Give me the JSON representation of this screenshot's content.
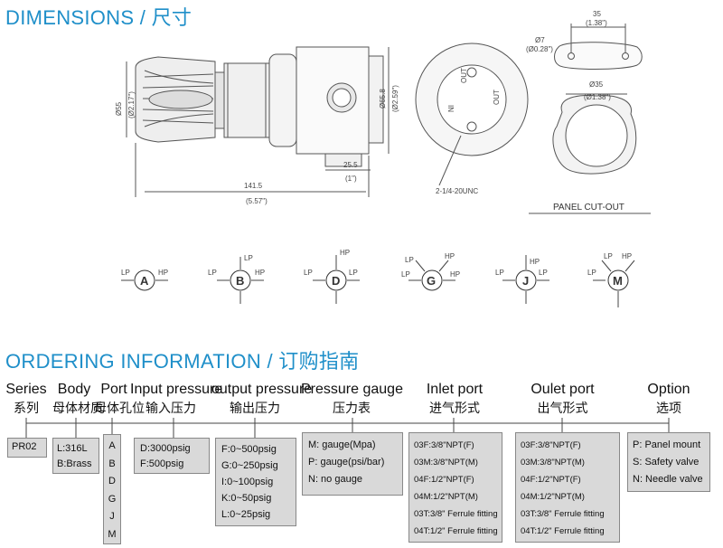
{
  "dimensions": {
    "title": "DIMENSIONS / 尺寸",
    "side_view": {
      "dia_left_mm": "Ø55",
      "dia_left_in": "(Ø2.17\")",
      "dia_right_mm": "Ø65.8",
      "dia_right_in": "(Ø2.59\")",
      "length_mm": "141.5",
      "length_in": "(5.57\")",
      "port_mm": "25.5",
      "port_in": "(1\")"
    },
    "front_view": {
      "out_top": "OUT",
      "out_right": "OUT",
      "in_label": "IN",
      "thread_label": "2-1/4-20UNC"
    },
    "panel": {
      "width_mm": "35",
      "width_in": "(1.38\")",
      "hole_mm": "Ø7",
      "hole_in": "(Ø0.28\")",
      "cut_mm": "Ø35",
      "cut_in": "(Ø1.38\")",
      "label": "PANEL CUT-OUT"
    },
    "port_configs": [
      {
        "letter": "A",
        "labels": [
          "LP",
          "HP"
        ]
      },
      {
        "letter": "B",
        "labels": [
          "LP",
          "LP",
          "HP"
        ]
      },
      {
        "letter": "D",
        "labels": [
          "HP",
          "LP",
          "LP"
        ]
      },
      {
        "letter": "G",
        "labels": [
          "LP",
          "HP",
          "LP",
          "HP"
        ]
      },
      {
        "letter": "J",
        "labels": [
          "HP",
          "LP",
          "LP"
        ]
      },
      {
        "letter": "M",
        "labels": [
          "LP",
          "HP",
          "LP"
        ]
      }
    ]
  },
  "ordering": {
    "title": "ORDERING INFORMATION / 订购指南",
    "headers": [
      {
        "en": "Series",
        "cn": "系列"
      },
      {
        "en": "Body",
        "cn": "母体材质"
      },
      {
        "en": "Port",
        "cn": "母体孔位"
      },
      {
        "en": "Input pressure",
        "cn": "输入压力"
      },
      {
        "en": "output pressure",
        "cn": "输出压力"
      },
      {
        "en": "Pressure gauge",
        "cn": "压力表"
      },
      {
        "en": "Inlet port",
        "cn": "进气形式"
      },
      {
        "en": "Oulet port",
        "cn": "出气形式"
      },
      {
        "en": "Option",
        "cn": "选项"
      }
    ],
    "series": [
      "PR02"
    ],
    "body": [
      "L:316L",
      "B:Brass"
    ],
    "port": [
      "A",
      "B",
      "D",
      "G",
      "J",
      "M"
    ],
    "input_pressure": [
      "D:3000psig",
      "F:500psig"
    ],
    "output_pressure": [
      "F:0~500psig",
      "G:0~250psig",
      "I:0~100psig",
      "K:0~50psig",
      "L:0~25psig"
    ],
    "gauge": [
      "M: gauge(Mpa)",
      "P: gauge(psi/bar)",
      "N: no gauge"
    ],
    "inlet": [
      "03F:3/8\"NPT(F)",
      "03M:3/8\"NPT(M)",
      "04F:1/2\"NPT(F)",
      "04M:1/2\"NPT(M)",
      "03T:3/8\" Ferrule fitting",
      "04T:1/2\" Ferrule fitting"
    ],
    "outlet": [
      "03F:3/8\"NPT(F)",
      "03M:3/8\"NPT(M)",
      "04F:1/2\"NPT(F)",
      "04M:1/2\"NPT(M)",
      "03T:3/8\" Ferrule fitting",
      "04T:1/2\" Ferrule fitting"
    ],
    "option": [
      "P: Panel mount",
      "S: Safety valve",
      "N: Needle valve"
    ]
  }
}
